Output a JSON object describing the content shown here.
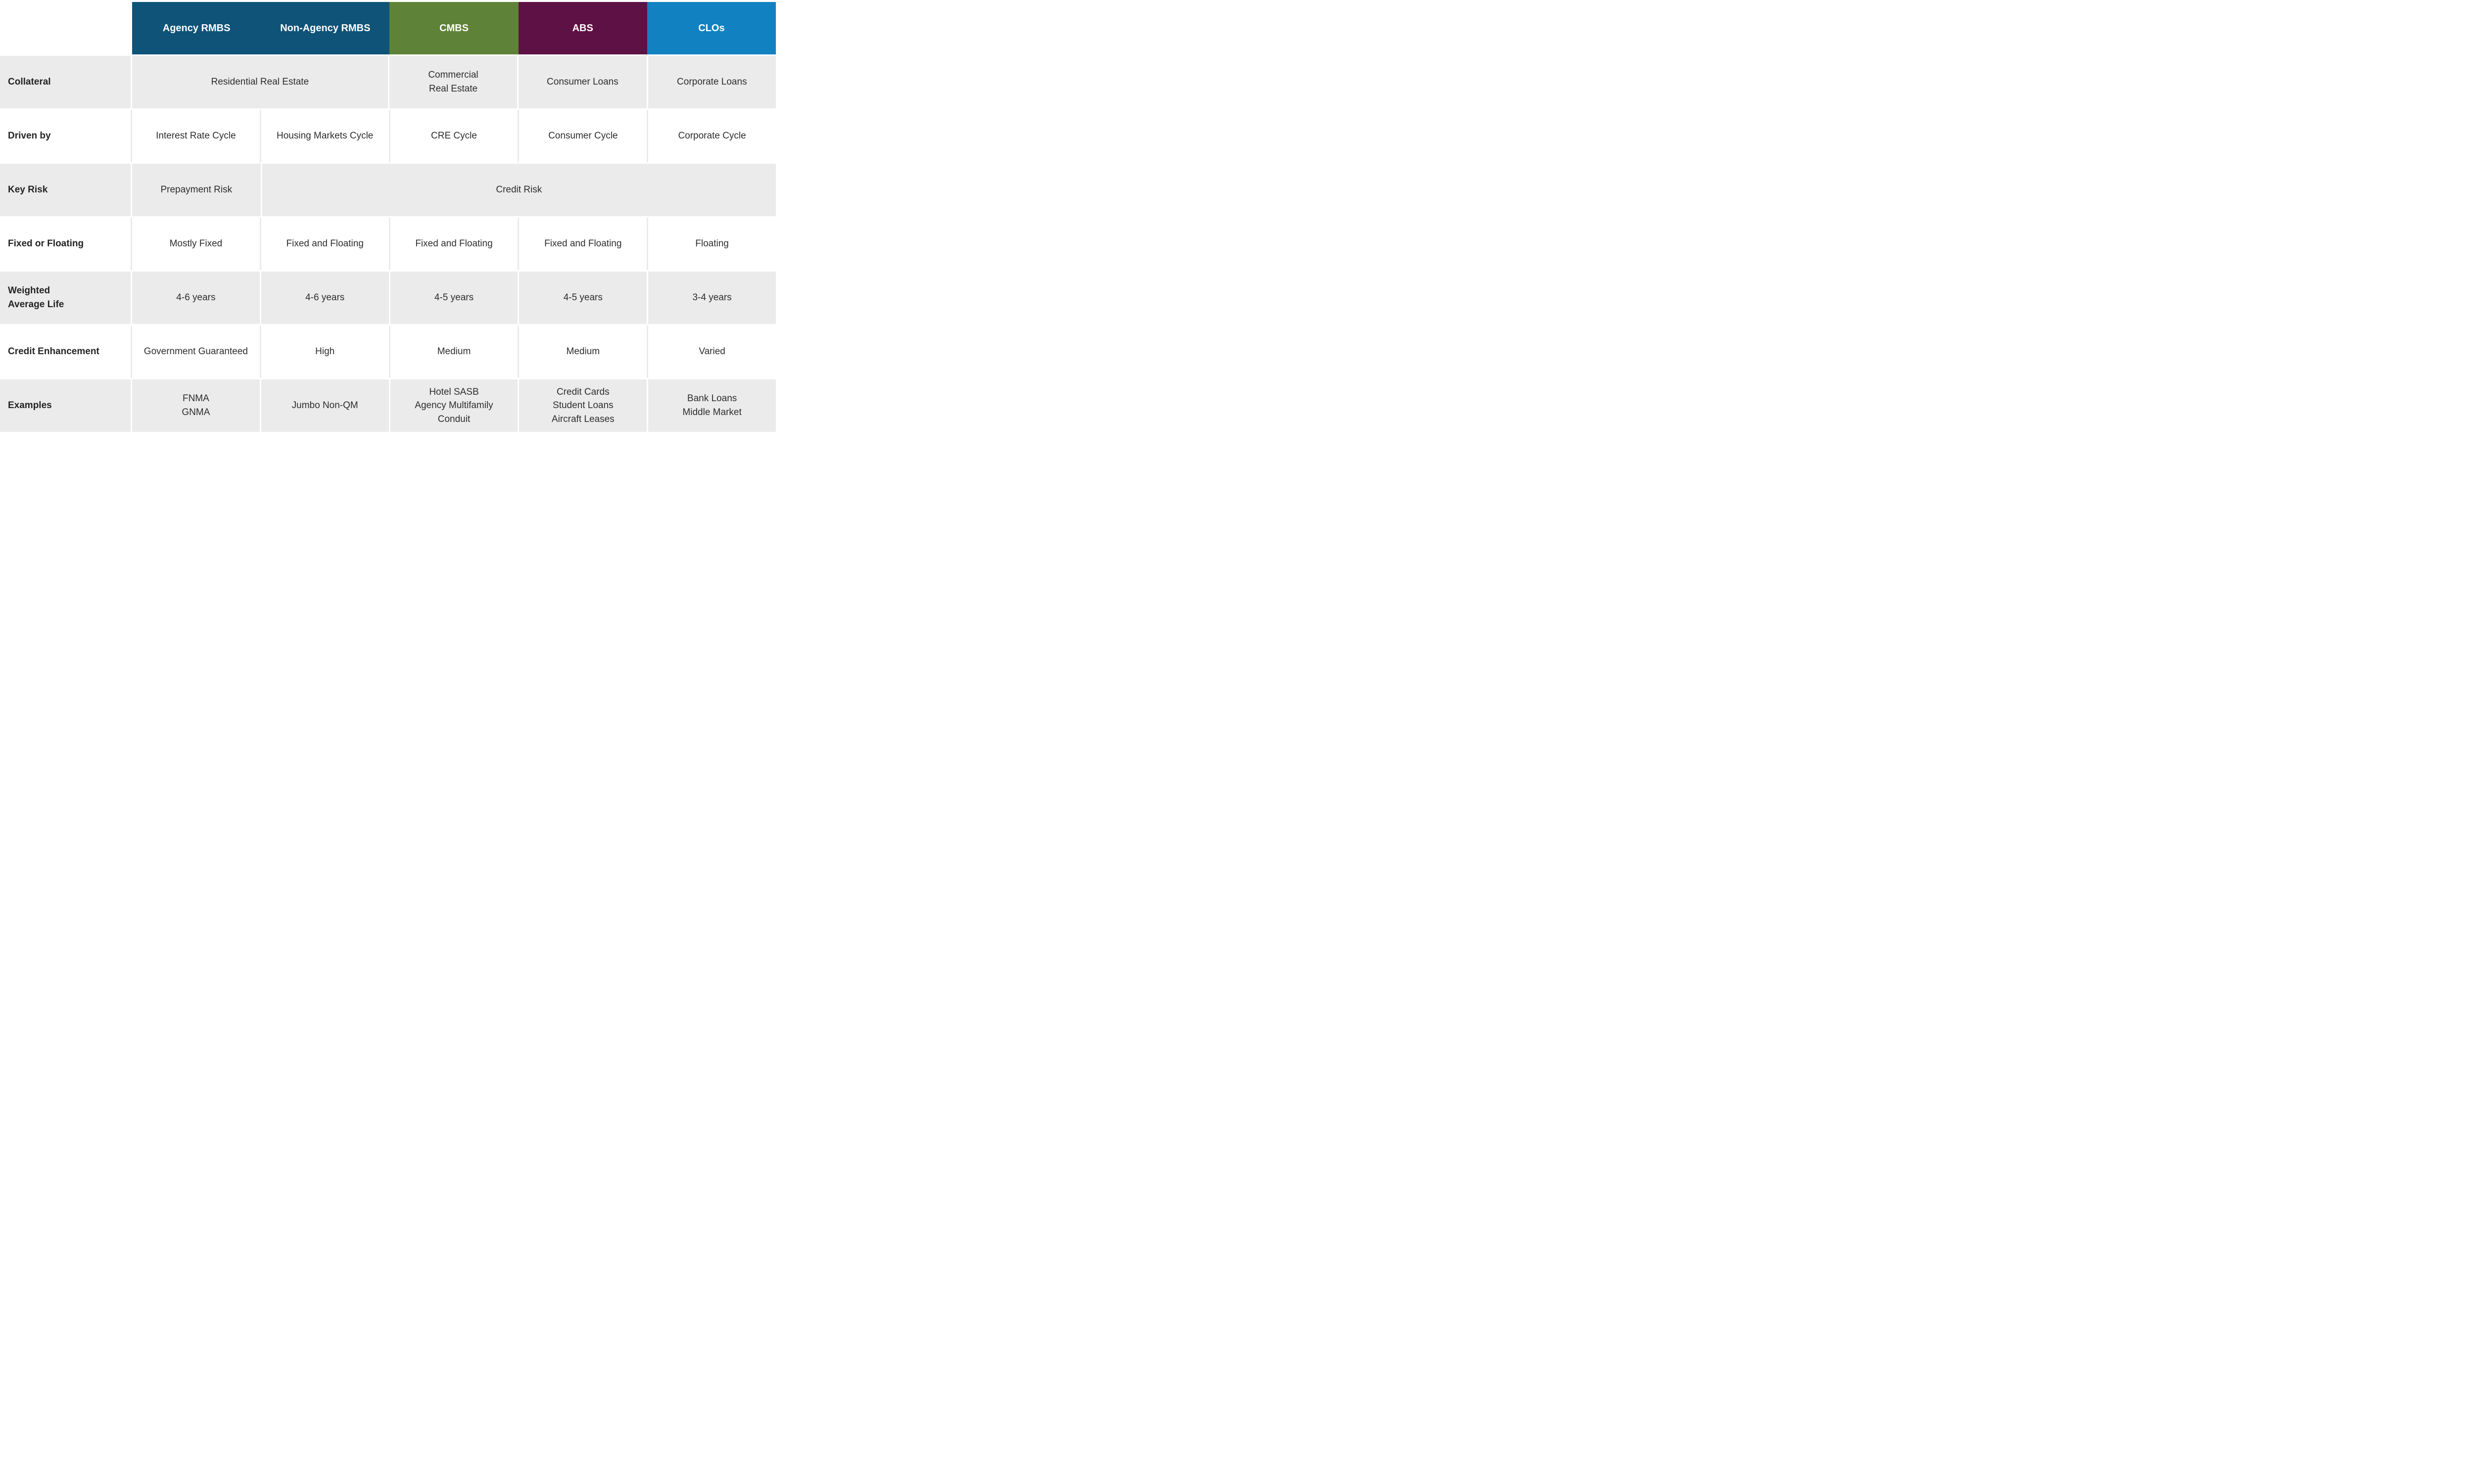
{
  "colors": {
    "rmbs_header_blue": "#0f5378",
    "cmbs_header_green": "#5f8239",
    "abs_header_plum": "#5e1144",
    "clos_header_blue": "#1181c2",
    "shaded_row_gray": "#ebebeb",
    "white_row": "#ffffff",
    "header_text": "#ffffff",
    "body_text": "#2d2d2d"
  },
  "header": {
    "columns": [
      {
        "label": "Agency RMBS"
      },
      {
        "label": "Non-Agency RMBS"
      },
      {
        "label": "CMBS"
      },
      {
        "label": "ABS"
      },
      {
        "label": "CLOs"
      }
    ]
  },
  "rows": [
    {
      "label": "Collateral",
      "cells": [
        {
          "text": "Residential Real Estate",
          "span": 2
        },
        {
          "text": "Commercial\nReal Estate"
        },
        {
          "text": "Consumer Loans"
        },
        {
          "text": "Corporate Loans"
        }
      ]
    },
    {
      "label": "Driven by",
      "cells": [
        {
          "text": "Interest Rate Cycle"
        },
        {
          "text": "Housing Markets Cycle"
        },
        {
          "text": "CRE Cycle"
        },
        {
          "text": "Consumer Cycle"
        },
        {
          "text": "Corporate Cycle"
        }
      ]
    },
    {
      "label": "Key Risk",
      "cells": [
        {
          "text": "Prepayment Risk"
        },
        {
          "text": "Credit Risk",
          "span": 4
        }
      ]
    },
    {
      "label": "Fixed or Floating",
      "cells": [
        {
          "text": "Mostly Fixed"
        },
        {
          "text": "Fixed and Floating"
        },
        {
          "text": "Fixed and Floating"
        },
        {
          "text": "Fixed and Floating"
        },
        {
          "text": "Floating"
        }
      ]
    },
    {
      "label": "Weighted\nAverage Life",
      "cells": [
        {
          "text": "4-6 years"
        },
        {
          "text": "4-6 years"
        },
        {
          "text": "4-5 years"
        },
        {
          "text": "4-5 years"
        },
        {
          "text": "3-4 years"
        }
      ]
    },
    {
      "label": "Credit Enhancement",
      "cells": [
        {
          "text": "Government Guaranteed"
        },
        {
          "text": "High"
        },
        {
          "text": "Medium"
        },
        {
          "text": "Medium"
        },
        {
          "text": "Varied"
        }
      ]
    },
    {
      "label": "Examples",
      "cells": [
        {
          "text": "FNMA\nGNMA"
        },
        {
          "text": "Jumbo Non-QM"
        },
        {
          "text": "Hotel SASB\nAgency Multifamily\nConduit"
        },
        {
          "text": "Credit Cards\nStudent Loans\nAircraft Leases"
        },
        {
          "text": "Bank Loans\nMiddle Market"
        }
      ]
    }
  ]
}
